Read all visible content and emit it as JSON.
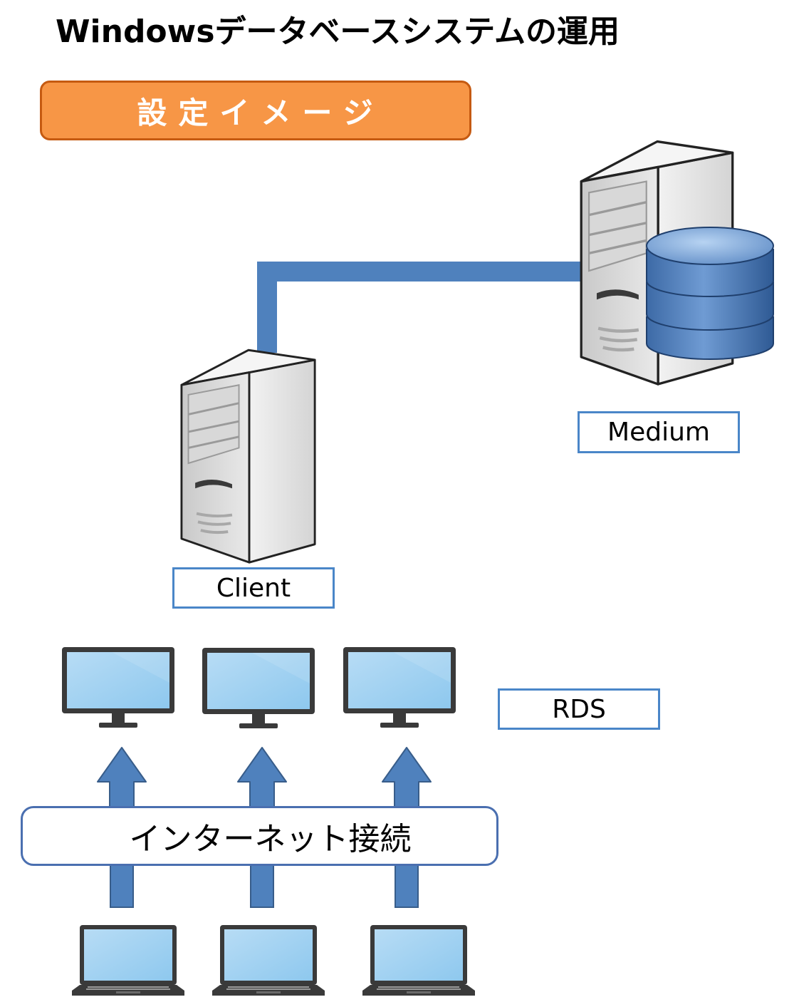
{
  "title": "Windowsデータベースシステムの運用",
  "badge": "設定イメージ",
  "nodes": {
    "medium_label": "Medium",
    "client_label": "Client",
    "rds_label": "RDS"
  },
  "internet_label": "インターネット接続",
  "colors": {
    "accent_orange": "#f79646",
    "connector_blue": "#4f81bd",
    "box_border_blue": "#4a86c8"
  },
  "icons": {
    "server_db": "server-with-database-icon",
    "server": "server-tower-icon",
    "monitor": "monitor-icon",
    "laptop": "laptop-icon",
    "arrow": "up-arrow-icon"
  }
}
